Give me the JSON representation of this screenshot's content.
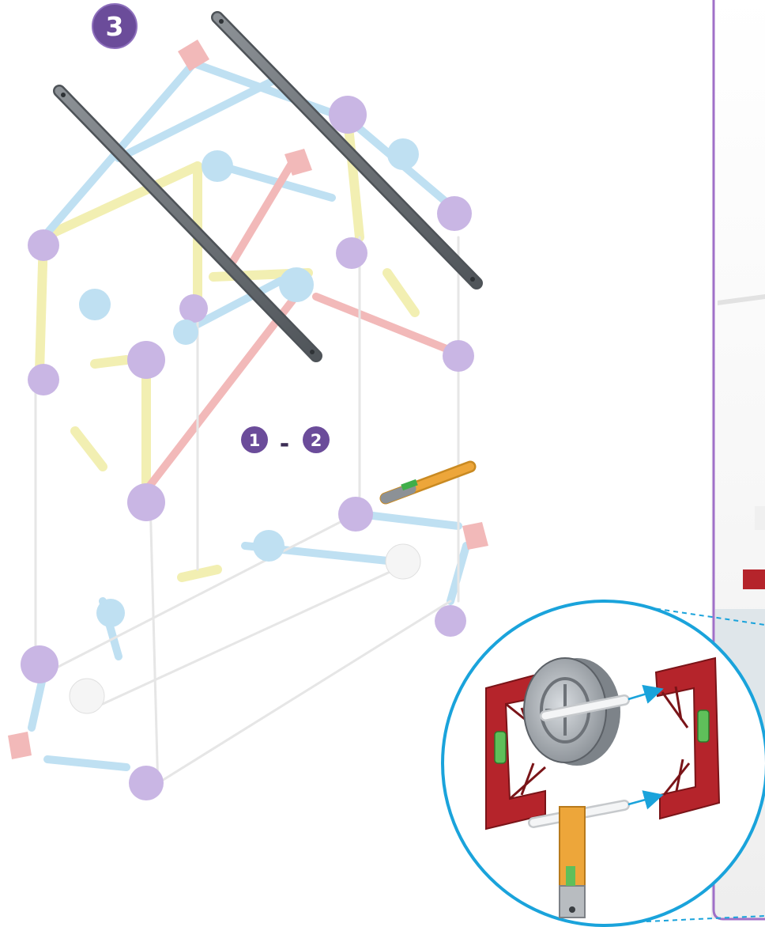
{
  "step": {
    "number": "3"
  },
  "parts_range": {
    "from": "1",
    "separator": "-",
    "to": "2"
  },
  "colors": {
    "badge_purple": "#6b4c9a",
    "callout_cyan": "#1aa3db",
    "panel_border_purple": "#a070c8",
    "rod_dark_gray": "#6e7378",
    "connector_red": "#b5242b",
    "rod_orange": "#eda63a",
    "pulley_gray": "#9aa0a6",
    "faded_purple": "#c9b6e4",
    "faded_blue": "#bfe0f2",
    "faded_yellow": "#f2efb2",
    "faded_red": "#f2b9b9"
  },
  "icons": {
    "arrow": "arrow-right-icon",
    "pulley": "pulley-icon",
    "connector": "connector-icon"
  }
}
